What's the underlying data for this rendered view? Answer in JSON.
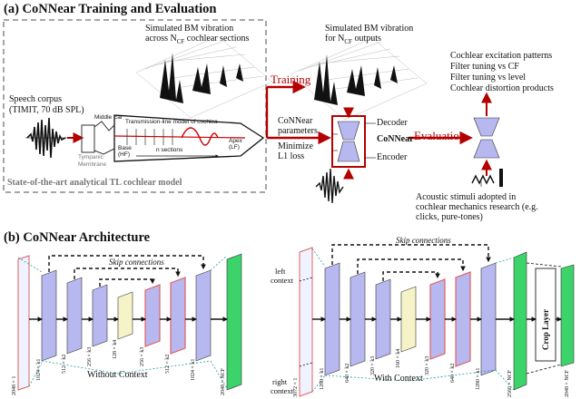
{
  "colors": {
    "accent_red": "#b30000",
    "block_blue": "#b8b8f0",
    "block_yellow": "#f7f3c8",
    "block_green": "#3dd36b",
    "block_pink": "#f08080",
    "dash_gray": "#888888"
  },
  "panel_a": {
    "title": "(a) CoNNear Training and Evaluation",
    "speech_corpus": "Speech corpus",
    "speech_corpus_sub": "(TIMIT, 70 dB SPL)",
    "middle_ear": "Middle Ear",
    "tympanic": "Tympanic",
    "membrane": "Membrane",
    "tl_model": "Transmission-line model of cochlea",
    "base": "Base",
    "base_hf": "(HF)",
    "n_sections": "n sections",
    "apex": "Apex",
    "apex_lf": "(LF)",
    "state_of_art": "State-of-the-art analytical TL cochlear model",
    "sim_bm_1": "Simulated BM vibration",
    "sim_bm_2": "across N",
    "sim_bm_2_sub": "CF",
    "sim_bm_3": " cochlear sections",
    "sim_bm_right_1": "Simulated BM vibration",
    "sim_bm_right_2": "for N",
    "sim_bm_right_2_sub": "CF",
    "sim_bm_right_3": " outputs",
    "training": "Training",
    "connear_params_1": "CoNNear",
    "connear_params_2": "parameters",
    "minimize_1": "Minimize",
    "minimize_2": "L1 loss",
    "decoder": "Decoder",
    "connear": "CoNNear",
    "encoder": "Encoder",
    "evaluation": "Evaluation",
    "eval_list": [
      "Cochlear excitation patterns",
      "Filter tuning vs CF",
      "Filter tuning vs level",
      "Cochlear distortion products"
    ],
    "acoustic_1": "Acoustic stimuli adopted in",
    "acoustic_2": "cochlear mechanics research (e.g.",
    "acoustic_3": "clicks, pure-tones)"
  },
  "panel_b": {
    "title": "(b) CoNNear Architecture",
    "skip_connections": "Skip connections",
    "without_context": "Without Context",
    "with_context": "With Context",
    "left_context_1": "left",
    "left_context_2": "context",
    "right_context_1": "right",
    "right_context_2": "context",
    "crop_layer": "Crop Layer",
    "left_labels": [
      "2048 × 1",
      "1024 × k1",
      "512 × k2",
      "256 × k3",
      "128 × k4",
      "256 × k3",
      "512 × k2",
      "1024 × k1",
      "2048 × NCF"
    ],
    "right_labels": [
      "3072 × 1",
      "1280 × k1",
      "640 × k2",
      "320 × k3",
      "160 × k4",
      "320 × k3",
      "640 × k2",
      "1280 × k1",
      "2560 × NCF",
      "2048 × NCF"
    ]
  }
}
